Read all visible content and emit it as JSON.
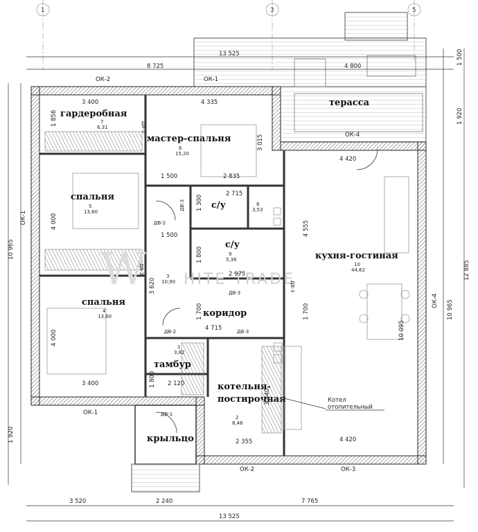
{
  "rooms": {
    "wardrobe": {
      "label": "гардеробная",
      "num": "7",
      "area": "6,31"
    },
    "master": {
      "label": "мастер-спальня",
      "num": "6",
      "area": "15,20"
    },
    "terrace": {
      "label": "терасса"
    },
    "bed1": {
      "label": "спальня",
      "num": "5",
      "area": "13,60"
    },
    "bath1": {
      "label": "с/у",
      "num": "8",
      "area": "3,53"
    },
    "bath2": {
      "label": "с/у",
      "num": "9",
      "area": "5,36"
    },
    "kitchen": {
      "label": "кухня-гостиная",
      "num": "10",
      "area": "44,62"
    },
    "bed2": {
      "label": "спальня",
      "num": "4",
      "area": "13,60"
    },
    "hall": {
      "label": "коридор",
      "num": "3",
      "area": "10,90"
    },
    "vestibule": {
      "label": "тамбур",
      "num": "1",
      "area": "3,82"
    },
    "boiler": {
      "label": "котельня-постирочная",
      "line1": "котельня-",
      "line2": "постирочная",
      "num": "2",
      "area": "8,46"
    },
    "porch": {
      "label": "крыльцо"
    }
  },
  "annotation": {
    "line1": "Котел",
    "line2": "отопительный"
  },
  "watermark": {
    "mark": "W",
    "text": "HITE TRADE"
  },
  "grid": {
    "a": "1",
    "b": "3",
    "c": "5"
  },
  "dims": {
    "top_total": "13 525",
    "top_left": "8 725",
    "top_right": "4 800",
    "ok2_top": "ОК-2",
    "ok1_top": "ОК-1",
    "ok4_top": "ОК-4",
    "d3400a": "3 400",
    "d4335": "4 335",
    "d1856": "1 856",
    "d3015": "3 015",
    "d1500a": "1 500",
    "d2835": "2 835",
    "d2715": "2 715",
    "d1300": "1 300",
    "d1500b": "1 500",
    "d1800a": "1 800",
    "d2975": "2 975",
    "d3620": "3 620",
    "d1700a": "1 700",
    "d4715": "4 715",
    "d4000a": "4 000",
    "d4000b": "4 000",
    "d3400b": "3 400",
    "d2120": "2 120",
    "d1800b": "1 800",
    "d2355": "2 355",
    "d3840": "3 840",
    "d4420a": "4 420",
    "d4555": "4 555",
    "d1700b": "1 700",
    "d10095": "10 095",
    "d4420b": "4 420",
    "left_ok1": "ОК-1",
    "left_10965": "10 965",
    "left_1920": "1 920",
    "right_1500": "1 500",
    "right_1920": "1 920",
    "right_12885": "12 885",
    "right_10965": "10 965",
    "right_ok4": "ОК-4",
    "ok1_bottom": "ОК-1",
    "ok2_bottom": "ОК-2",
    "ok3_bottom": "ОК-3",
    "bottom_3520": "3 520",
    "bottom_2240": "2 240",
    "bottom_7765": "7 765",
    "bottom_total": "13 525"
  },
  "doors": {
    "dv3a": "ДВ-3",
    "dv2a": "ДВ-2",
    "dv3b": "ДВ-3",
    "dv2b": "ДВ-2",
    "dv3c": "ДВ-3",
    "dv3d": "ДВ-3",
    "dv2c": "ДВ-2",
    "dv3e": "ДВ-3",
    "dv1": "ДВ-1"
  }
}
